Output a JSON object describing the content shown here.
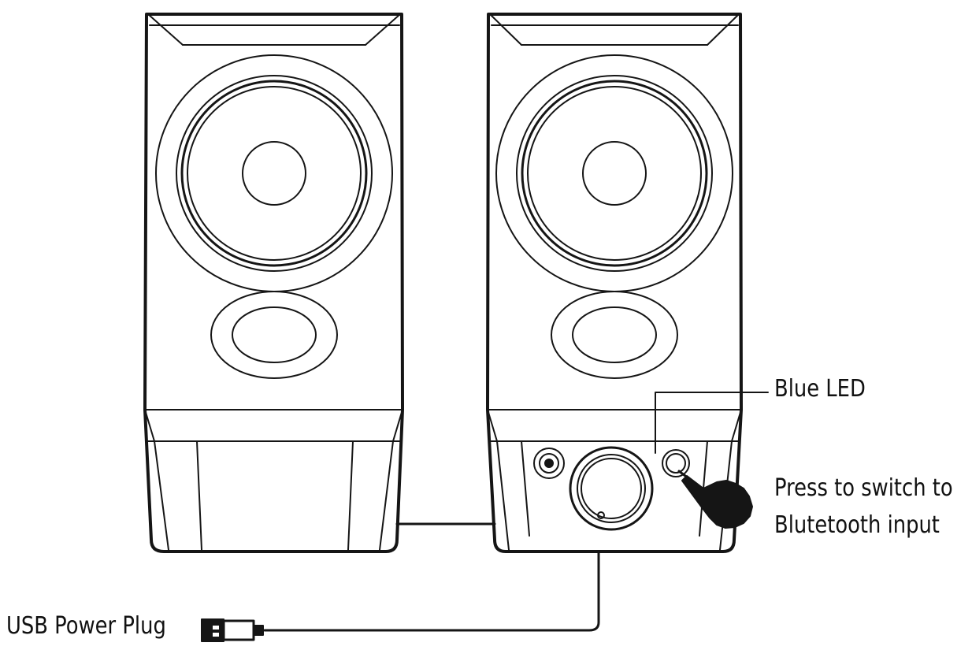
{
  "labels": {
    "blue_led": "Blue LED",
    "press_line1": "Press to switch to",
    "press_line2": "Blutetooth input",
    "usb_power_plug": "USB Power Plug"
  },
  "colors": {
    "line": "#151515",
    "background": "#ffffff"
  },
  "icons": [
    "speaker-left",
    "speaker-right",
    "volume-knob-icon",
    "bluetooth-button-icon",
    "aux-jack-icon",
    "pointing-hand-icon",
    "usb-plug-icon"
  ]
}
